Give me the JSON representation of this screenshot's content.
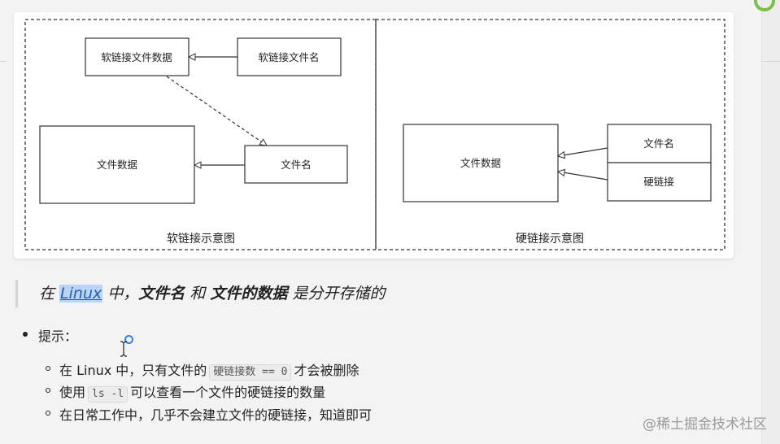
{
  "diagram": {
    "soft_link": {
      "caption": "软链接示意图",
      "soft_link_data": "软链接文件数据",
      "soft_link_filename": "软链接文件名",
      "file_data": "文件数据",
      "filename": "文件名"
    },
    "hard_link": {
      "caption": "硬链接示意图",
      "file_data": "文件数据",
      "filename": "文件名",
      "hard_link": "硬链接"
    }
  },
  "quote": {
    "p1": "在 ",
    "linux": "Linux",
    "p2": " 中，",
    "b1": "文件名",
    "p3": " 和 ",
    "b2": "文件的数据",
    "p4": " 是分开存储的"
  },
  "tips": {
    "heading": "提示：",
    "items": [
      {
        "pre": "在 Linux 中，只有文件的",
        "code": "硬链接数 == 0",
        "post": "才会被删除"
      },
      {
        "pre": "使用",
        "code": "ls -l",
        "post": "可以查看一个文件的硬链接的数量"
      },
      {
        "pre": "在日常工作中，几乎不会建立文件的硬链接，知道即可",
        "code": "",
        "post": ""
      }
    ]
  },
  "watermark": "@稀土掘金技术社区",
  "colors": {
    "highlight": "#b9d4f5",
    "cursor": "#2f86d6",
    "logo": "#7cc04b"
  }
}
